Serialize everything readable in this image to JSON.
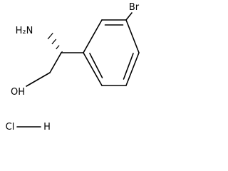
{
  "molecule": {
    "labels": {
      "amine": "H₂N",
      "bromine": "Br",
      "hydroxyl": "OH",
      "chloride": "Cl",
      "hydrogen": "H"
    },
    "colors": {
      "bond": "#000000",
      "text": "#000000",
      "background": "#ffffff"
    }
  }
}
